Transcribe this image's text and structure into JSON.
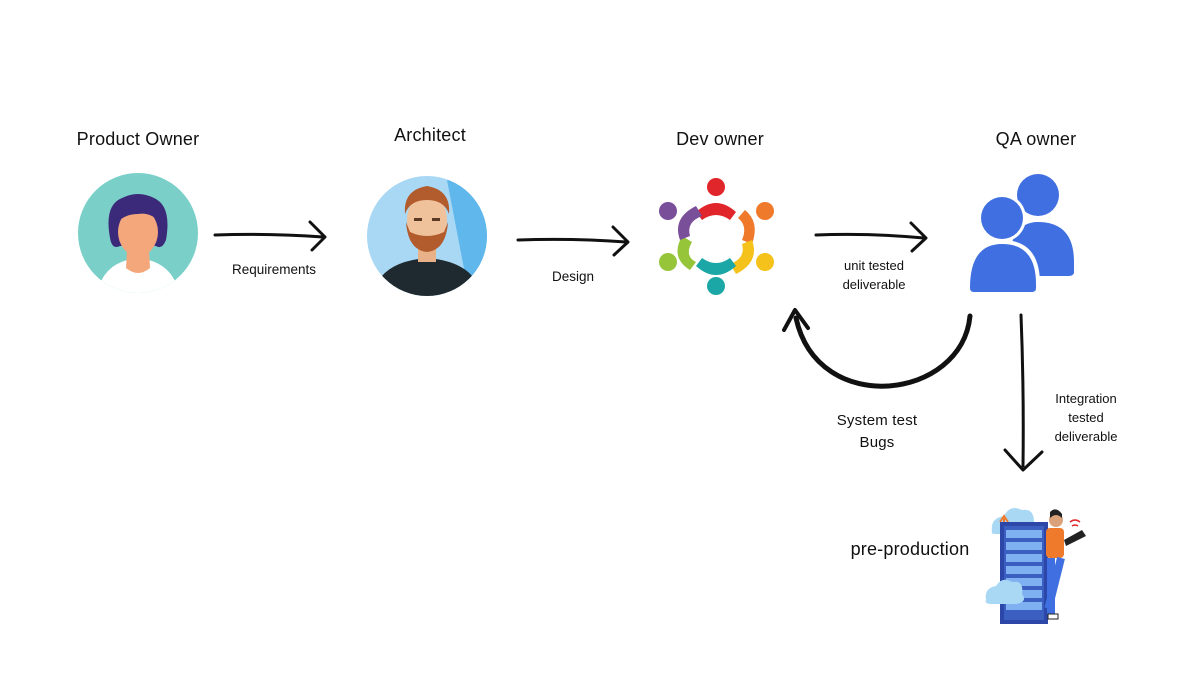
{
  "nodes": {
    "product_owner": {
      "label": "Product Owner",
      "icon": "woman-avatar-icon"
    },
    "architect": {
      "label": "Architect",
      "icon": "bearded-man-avatar-icon"
    },
    "dev_owner": {
      "label": "Dev owner",
      "icon": "team-circle-icon"
    },
    "qa_owner": {
      "label": "QA owner",
      "icon": "user-group-icon"
    },
    "pre_production": {
      "label": "pre-production",
      "icon": "server-rack-illustration-icon"
    }
  },
  "edges": {
    "requirements": {
      "label": "Requirements"
    },
    "design": {
      "label": "Design"
    },
    "unit_tested": {
      "line1": "unit tested",
      "line2": "deliverable"
    },
    "system_test": {
      "line1": "System test",
      "line2": "Bugs"
    },
    "integration": {
      "line1": "Integration",
      "line2": "tested",
      "line3": "deliverable"
    }
  },
  "colors": {
    "arrow": "#111111",
    "product_owner_bg": "#7ad0c9",
    "architect_bg": "#a9d8f5",
    "qa_blue": "#3f6fe0",
    "team": [
      "#e0262b",
      "#f07a2b",
      "#f5c21c",
      "#96c53a",
      "#1aa7a5",
      "#7a4f9a"
    ],
    "server_blue": "#3b5fc0"
  }
}
